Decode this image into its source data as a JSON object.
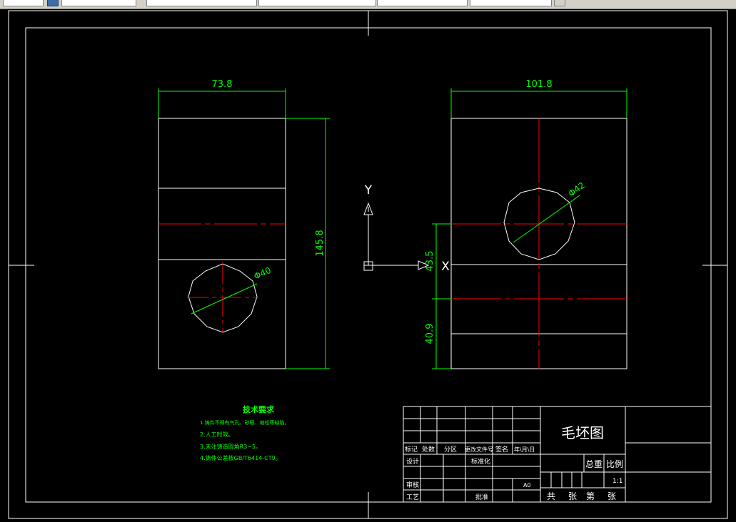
{
  "toolbar": {
    "fields": [
      "",
      "",
      "",
      "",
      "",
      ""
    ]
  },
  "drawing": {
    "left_view": {
      "width_dim": "73.8",
      "height_dim": "145.8",
      "hole_dim": "Φ40"
    },
    "right_view": {
      "width_dim": "101.8",
      "hole_dim": "Φ42",
      "dim_upper": "43.5",
      "dim_lower": "40.9"
    },
    "ucs": {
      "y_label": "Y",
      "x_label": "X"
    },
    "colors": {
      "outline": "#ffffff",
      "dimension": "#00ff00",
      "centerline": "#ff0000"
    }
  },
  "tech_requirements": {
    "title": "技术要求",
    "items": [
      "1.铸件不得有气孔、砂眼、缩松等缺陷。",
      "2.人工时效。",
      "3.未注铸造圆角R3~5。",
      "4.铸件公差按GB/T6414-CT9。"
    ]
  },
  "title_block": {
    "drawing_name": "毛坯图",
    "rev_headers": [
      "标记",
      "处数",
      "分区",
      "更改文件号",
      "签名",
      "年\\月\\日"
    ],
    "design": "设计",
    "standardize": "标准化",
    "review": "审核",
    "process": "工艺",
    "approve": "批准",
    "stage": "A0",
    "total_weight": "总重",
    "scale_label": "比例",
    "scale_value": "1:1",
    "sheets": [
      "共",
      "张",
      "第",
      "张"
    ]
  }
}
